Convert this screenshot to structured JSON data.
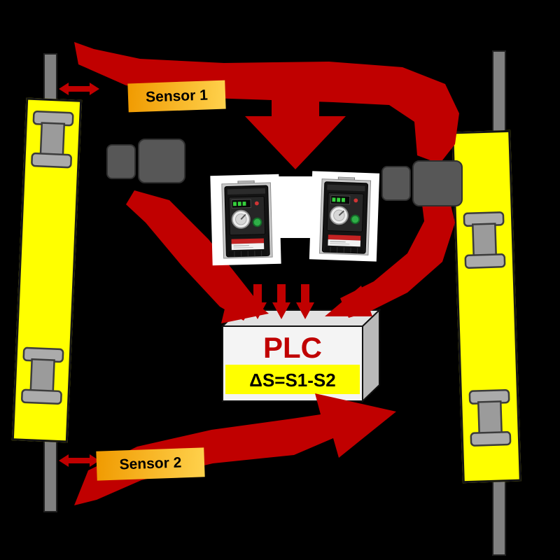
{
  "colors": {
    "background": "#000000",
    "arrow_red": "#C00000",
    "mast_yellow": "#FFFF00",
    "rail_gray": "#808080",
    "motor_gray": "#575757",
    "sensor_label_start": "#F09A00",
    "sensor_label_end": "#FFD24D",
    "plc_face": "#F4F4F4",
    "plc_text": "#C00000",
    "formula_bg": "#FFFF00"
  },
  "sensors": {
    "sensor1_label": "Sensor 1",
    "sensor2_label": "Sensor 2"
  },
  "plc": {
    "title": "PLC",
    "formula": "ΔS=S1-S2"
  },
  "components": {
    "left_rail": "guide-rail",
    "right_rail": "guide-rail",
    "left_mast": "yellow-lift-mast",
    "right_mast": "yellow-lift-mast",
    "left_motor": "gear-motor",
    "right_motor": "gear-motor",
    "drive_left": "frequency-inverter",
    "drive_right": "frequency-inverter",
    "plc_box": "plc-controller"
  }
}
